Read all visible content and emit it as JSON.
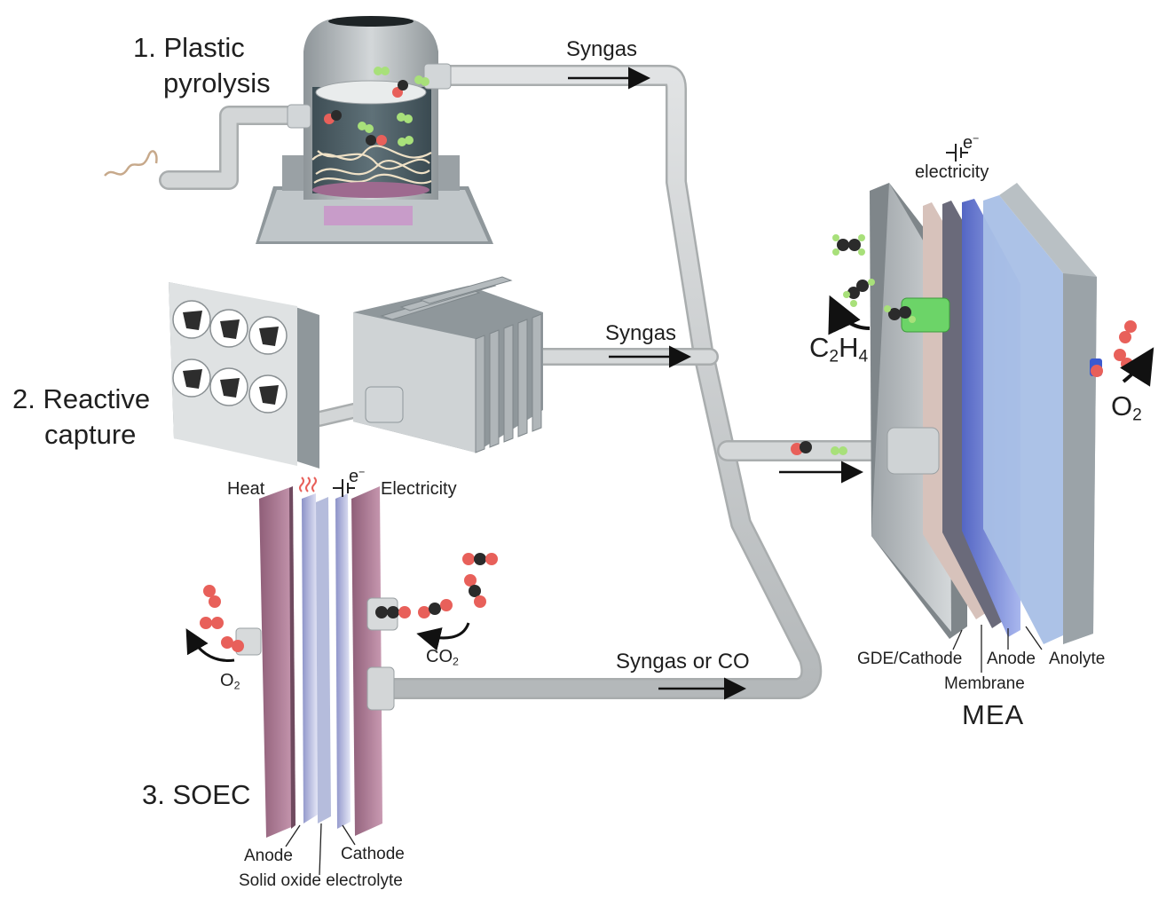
{
  "steps": {
    "pyrolysis": {
      "number": "1.",
      "line1": "Plastic",
      "line2": "pyrolysis"
    },
    "capture": {
      "number": "2.",
      "line1": "Reactive",
      "line2": "capture"
    },
    "soec": {
      "number": "3.",
      "name": "SOEC"
    }
  },
  "flows": {
    "top": "Syngas",
    "middle": "Syngas",
    "bottom": "Syngas or CO"
  },
  "soec_labels": {
    "heat": "Heat",
    "electricity": "Electricity",
    "electron": "e",
    "electron_sign": "−",
    "anode": "Anode",
    "cathode": "Cathode",
    "electrolyte": "Solid oxide electrolyte",
    "o2_base": "O",
    "o2_sub": "2",
    "co2_base": "CO",
    "co2_sub": "2"
  },
  "mea_labels": {
    "electricity": "electricity",
    "electron": "e",
    "electron_sign": "−",
    "c2h4": {
      "c": "C",
      "c_sub": "2",
      "h": "H",
      "h_sub": "4"
    },
    "o2_base": "O",
    "o2_sub": "2",
    "gde": "GDE/Cathode",
    "anode": "Anode",
    "anolyte": "Anolyte",
    "membrane": "Membrane",
    "title": "MEA"
  },
  "colors": {
    "pipe": "#c9cccd",
    "pipe_edge": "#a9adae",
    "oxygen": "#e8605a",
    "carbon": "#2b2b2b",
    "hydrogen": "#a8e07a",
    "soec_plate": "#b47b98",
    "mea_plate": "#b9bfc2",
    "mea_blue": "#6d82d8"
  },
  "icons": [
    "reactor-icon",
    "fan-array-icon",
    "capture-module-icon",
    "soec-stack-icon",
    "mea-stack-icon",
    "heat-icon",
    "battery-icon",
    "molecule-icon",
    "arrow-icon"
  ]
}
